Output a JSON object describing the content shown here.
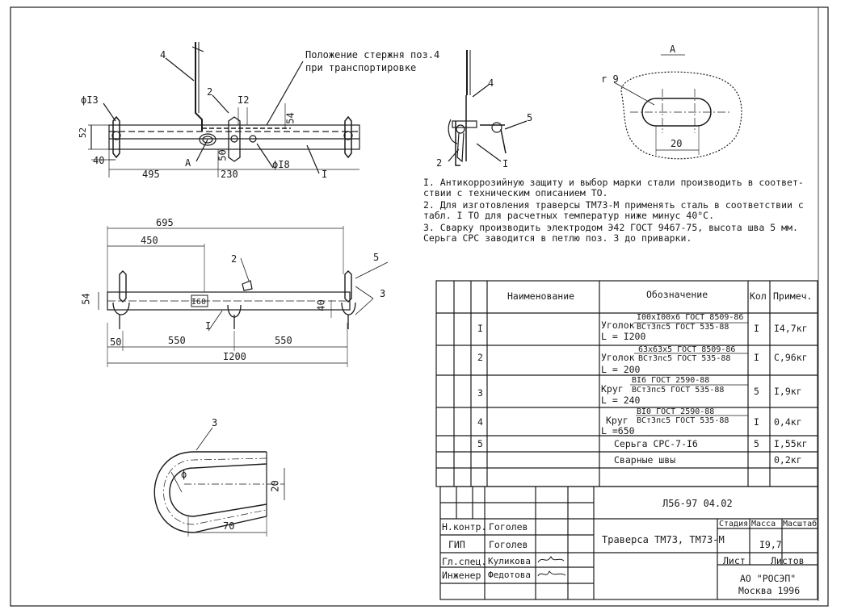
{
  "top_view": {
    "callout_title_1": "Положение стержня поз.4",
    "callout_title_2": "при транспортировке",
    "pos4": "4",
    "pos2": "2",
    "pos1": "I",
    "d13": "ϕI3",
    "d18": "ϕI8",
    "dim52": "52",
    "dim12": "I2",
    "dim54": "54",
    "dim40": "40",
    "dim495": "495",
    "dim50": "50",
    "dim230": "230",
    "view_a": "A"
  },
  "side_view": {
    "pos4": "4",
    "pos5": "5",
    "pos2": "2",
    "pos1": "I"
  },
  "detail_a": {
    "title": "A",
    "radius": "r 9",
    "dim20": "20"
  },
  "notes": [
    {
      "line1": "I. Антикоррозийную защиту и выбор марки стали производить в соответ-",
      "line2": "   ствии с техническим описанием ТО."
    },
    {
      "line1": "2. Для изготовления траверсы ТМ73-М применять сталь в соответствии с",
      "line2": "   табл. I ТО для расчетных температур ниже минус 40°С."
    },
    {
      "line1": "3. Сварку производить электродом Э42 ГОСТ 9467-75, высота шва 5 мм.",
      "line2": "   Серьга СРС заводится в петлю поз. 3 до приварки."
    }
  ],
  "front_view": {
    "dim695": "695",
    "dim450": "450",
    "dim54": "54",
    "dim60": "I60",
    "dim40": "40",
    "dim50": "50",
    "dim550a": "550",
    "dim550b": "550",
    "dim1200": "I200",
    "pos2": "2",
    "pos5": "5",
    "pos3": "3",
    "pos1": "I"
  },
  "loop_detail": {
    "pos3": "3",
    "dim20": "20",
    "dim70": "70",
    "phi": "ϕ"
  },
  "spec_table": {
    "headers": {
      "name": "Наименование",
      "designation": "Обозначение",
      "qty": "Кол",
      "note": "Примеч."
    },
    "rows": [
      {
        "pos": "I",
        "d1": "Уголок",
        "d2": "I00xI00x6 ГОСТ 8509-86",
        "d3": "ВСт3пс5 ГОСТ 535-88",
        "d4": "L = I200",
        "qty": "I",
        "note": "I4,7кг"
      },
      {
        "pos": "2",
        "d1": "Уголок",
        "d2": "63x63x5 ГОСТ 8509-86",
        "d3": "ВСт3пс5 ГОСТ 535-88",
        "d4": "L = 200",
        "qty": "I",
        "note": "C,96кг"
      },
      {
        "pos": "3",
        "d1": "Круг",
        "d2": "ВI6 ГОСТ 2590-88",
        "d3": "ВСт3пс5 ГОСТ 535-88",
        "d4": "L = 240",
        "qty": "5",
        "note": "I,9кг"
      },
      {
        "pos": "4",
        "d1": "Круг",
        "d2": "ВI0 ГОСТ 2590-88",
        "d3": "ВСт3пс5 ГОСТ 535-88",
        "d4": "L =650",
        "qty": "I",
        "note": "0,4кг"
      },
      {
        "pos": "5",
        "d1": "Серьга СРС-7-I6",
        "d2": "",
        "d3": "",
        "d4": "",
        "qty": "5",
        "note": "I,55кг"
      },
      {
        "pos": "",
        "d1": "Сварные швы",
        "d2": "",
        "d3": "",
        "d4": "",
        "qty": "",
        "note": "0,2кг"
      }
    ]
  },
  "title_block": {
    "code": "Л56-97 04.02",
    "rows": [
      {
        "role": "Н.контр.",
        "name": "Гоголев"
      },
      {
        "role": "ГИП",
        "name": "Гоголев"
      },
      {
        "role": "Гл.спец.",
        "name": "Куликова"
      },
      {
        "role": "Инженер",
        "name": "Федотова"
      }
    ],
    "product": "Траверса ТМ73, ТМ73-М",
    "stage": "Стадия",
    "mass": "Масса",
    "scale": "Масштаб",
    "mass_value": "I9,7",
    "sheet": "Лист",
    "sheets": "Листов",
    "org1": "АО \"РОСЭП\"",
    "org2": "Москва 1996"
  }
}
